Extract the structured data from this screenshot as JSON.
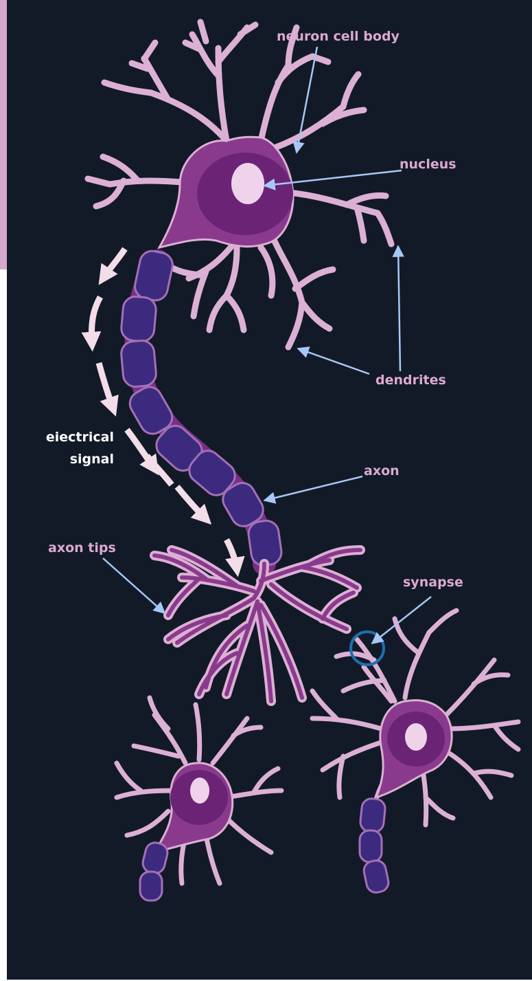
{
  "labels": {
    "cell_body": "neuron cell body",
    "nucleus": "nucleus",
    "dendrites": "dendrites",
    "signal_line1": "eiectrical",
    "signal_line2": "signal",
    "axon": "axon",
    "axon_tips": "axon tips",
    "synapse": "synapse"
  },
  "colors": {
    "background": "#121a28",
    "left_strip": "#d4a9cd",
    "label": "#dca9d0",
    "pointer": "#a7c8f6",
    "soma": "#8a3a8c",
    "nucleus_region": "#6b2475",
    "nucleus": "#efd3ea",
    "dendrite": "#dcb0d4",
    "myelin": "#3c2a7e",
    "signal_arrow": "#f3dde8",
    "synapse_ring": "#1f6fb0"
  },
  "icons": {
    "signal_arrows": "curved-arrow-icon"
  }
}
